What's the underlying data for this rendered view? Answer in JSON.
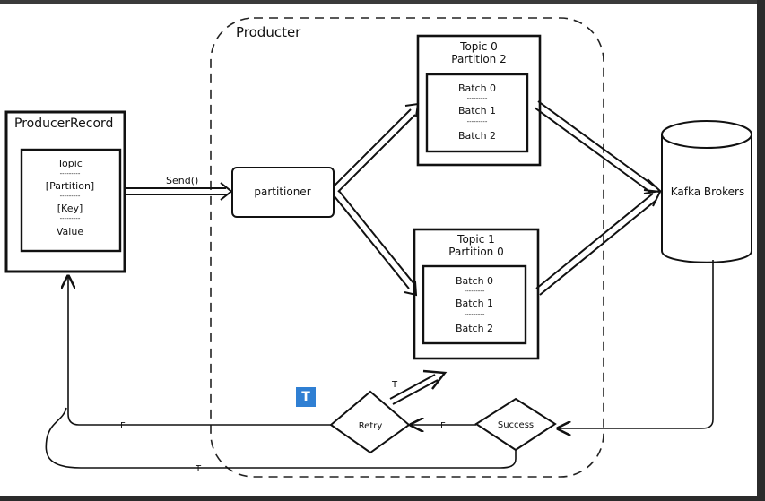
{
  "producer_group": {
    "label": "Producter"
  },
  "producer_record": {
    "title": "ProducerRecord",
    "fields": [
      "Topic",
      "[Partition]",
      "[Key]",
      "Value"
    ],
    "separator": "---------"
  },
  "send_label": "Send()",
  "partitioner": {
    "label": "partitioner"
  },
  "topic0": {
    "line1": "Topic 0",
    "line2": "Partition 2",
    "batches": [
      "Batch 0",
      "Batch 1",
      "Batch 2"
    ]
  },
  "topic1": {
    "line1": "Topic 1",
    "line2": "Partition 0",
    "batches": [
      "Batch 0",
      "Batch 1",
      "Batch 2"
    ]
  },
  "brokers": {
    "label": "Kafka Brokers"
  },
  "retry": {
    "label": "Retry"
  },
  "success": {
    "label": "Success"
  },
  "edge_labels": {
    "retry_to_record": "F",
    "success_to_retry": "F",
    "retry_to_batch": "T",
    "success_to_record": "T"
  },
  "badge": {
    "label": "T"
  },
  "colors": {
    "ink": "#111111",
    "badge": "#2f7fd3"
  }
}
